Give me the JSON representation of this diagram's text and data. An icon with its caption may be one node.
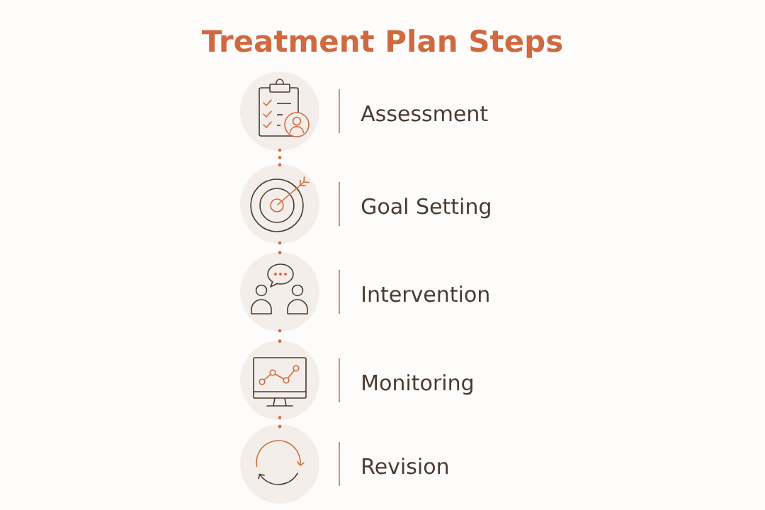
{
  "diagram": {
    "title": "Treatment Plan Steps",
    "nodes": [
      {
        "text": [],
        "shape": "circle",
        "beside": [
          "Assessment"
        ]
      },
      {
        "text": [],
        "shape": "circle",
        "beside": [
          "Goal Setting"
        ]
      },
      {
        "text": [],
        "shape": "circle",
        "beside": [
          "Intervention"
        ]
      },
      {
        "text": [],
        "shape": "circle",
        "beside": [
          "Monitoring"
        ]
      },
      {
        "text": [],
        "shape": "circle",
        "beside": [
          "Revision"
        ]
      }
    ],
    "edges": [
      {
        "from": 0,
        "to": 1,
        "arrow": "none",
        "style": "dashed"
      },
      {
        "from": 1,
        "to": 2,
        "arrow": "none",
        "style": "dashed"
      },
      {
        "from": 2,
        "to": 3,
        "arrow": "none",
        "style": "dashed"
      },
      {
        "from": 3,
        "to": 4,
        "arrow": "none",
        "style": "dashed"
      }
    ]
  }
}
